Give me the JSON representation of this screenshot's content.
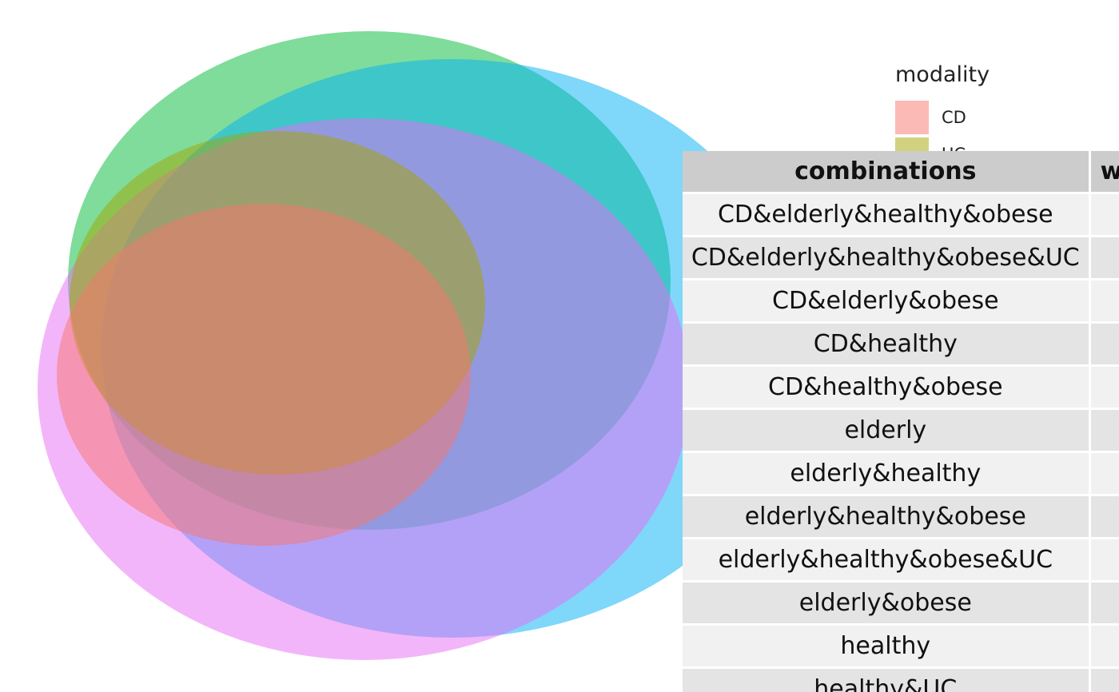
{
  "legend": {
    "title": "modality",
    "items": [
      {
        "label": "CD",
        "color": "#F8766D"
      },
      {
        "label": "UC",
        "color": "#A3A500"
      }
    ]
  },
  "venn": {
    "sets": [
      {
        "color": "#00BA38",
        "opacity": 0.5
      },
      {
        "color": "#00B0F6",
        "opacity": 0.5
      },
      {
        "color": "#E76BF3",
        "opacity": 0.5
      },
      {
        "color": "#A3A500",
        "opacity": 0.5
      },
      {
        "color": "#F8766D",
        "opacity": 0.5
      }
    ]
  },
  "table": {
    "headers": [
      "combinations",
      "w"
    ],
    "rows": [
      "CD&elderly&healthy&obese",
      "CD&elderly&healthy&obese&UC",
      "CD&elderly&obese",
      "CD&healthy",
      "CD&healthy&obese",
      "elderly",
      "elderly&healthy",
      "elderly&healthy&obese",
      "elderly&healthy&obese&UC",
      "elderly&obese",
      "healthy",
      "healthy&UC"
    ]
  }
}
